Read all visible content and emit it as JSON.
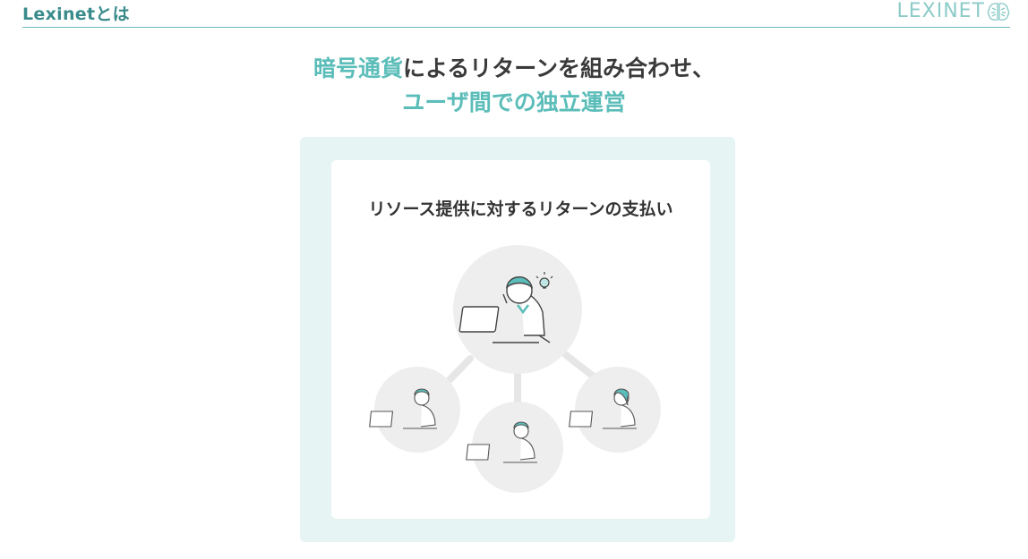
{
  "header": {
    "title": "Lexinetとは",
    "logo_text": "LEXINET",
    "logo_icon": "brain-icon"
  },
  "headline": {
    "line1_accent": "暗号通貨",
    "line1_rest": "によるリターンを組み合わせ、",
    "line2": "ユーザ間での独立運営"
  },
  "card": {
    "title": "リソース提供に対するリターンの支払い",
    "illustration": "network-of-users-illustration"
  },
  "colors": {
    "accent": "#5bbdb9",
    "panel_bg": "#e6f4f3",
    "circle_bg": "#eeeeee",
    "rule": "#6cbcbc"
  }
}
